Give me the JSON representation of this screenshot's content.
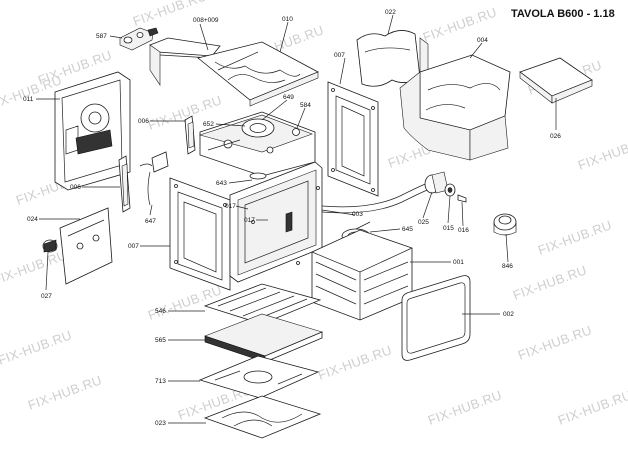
{
  "title": "TAVOLA B600 - 1.18",
  "watermark": "FIX-HUB.RU",
  "parts": [
    {
      "id": "p587",
      "label": "587"
    },
    {
      "id": "p008009",
      "label": "008+009"
    },
    {
      "id": "p010",
      "label": "010"
    },
    {
      "id": "p022",
      "label": "022"
    },
    {
      "id": "p004",
      "label": "004"
    },
    {
      "id": "p026",
      "label": "026"
    },
    {
      "id": "p011",
      "label": "011"
    },
    {
      "id": "p006a",
      "label": "006"
    },
    {
      "id": "p652",
      "label": "652"
    },
    {
      "id": "p649",
      "label": "649"
    },
    {
      "id": "p584",
      "label": "584"
    },
    {
      "id": "p007a",
      "label": "007"
    },
    {
      "id": "p006b",
      "label": "006"
    },
    {
      "id": "p643",
      "label": "643"
    },
    {
      "id": "p647",
      "label": "647"
    },
    {
      "id": "p017a",
      "label": "017"
    },
    {
      "id": "p017b",
      "label": "017"
    },
    {
      "id": "p003",
      "label": "003"
    },
    {
      "id": "p025",
      "label": "025"
    },
    {
      "id": "p015",
      "label": "015"
    },
    {
      "id": "p016",
      "label": "016"
    },
    {
      "id": "p024",
      "label": "024"
    },
    {
      "id": "p007b",
      "label": "007"
    },
    {
      "id": "p645",
      "label": "645"
    },
    {
      "id": "p001",
      "label": "001"
    },
    {
      "id": "p846",
      "label": "846"
    },
    {
      "id": "p027",
      "label": "027"
    },
    {
      "id": "p546",
      "label": "546"
    },
    {
      "id": "p002",
      "label": "002"
    },
    {
      "id": "p565",
      "label": "565"
    },
    {
      "id": "p713",
      "label": "713"
    },
    {
      "id": "p023",
      "label": "023"
    }
  ]
}
